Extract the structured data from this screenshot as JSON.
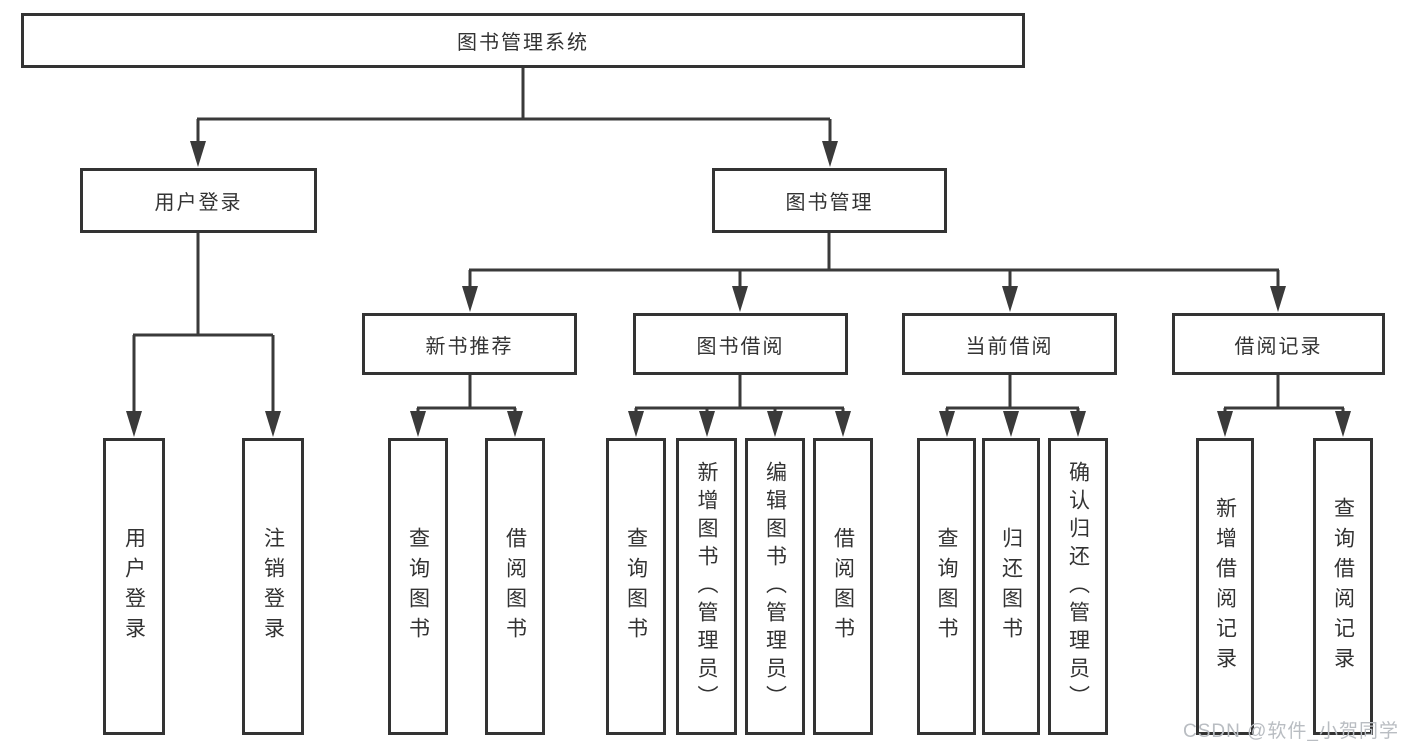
{
  "tree": {
    "root": {
      "label": "图书管理系统"
    },
    "branches": [
      {
        "label": "用户登录",
        "children": [
          {
            "label": "用户登录"
          },
          {
            "label": "注销登录"
          }
        ]
      },
      {
        "label": "图书管理",
        "children": [
          {
            "label": "新书推荐",
            "children": [
              {
                "label": "查询图书"
              },
              {
                "label": "借阅图书"
              }
            ]
          },
          {
            "label": "图书借阅",
            "children": [
              {
                "label": "查询图书"
              },
              {
                "label": "新增图书（管理员）"
              },
              {
                "label": "编辑图书（管理员）"
              },
              {
                "label": "借阅图书"
              }
            ]
          },
          {
            "label": "当前借阅",
            "children": [
              {
                "label": "查询图书"
              },
              {
                "label": "归还图书"
              },
              {
                "label": "确认归还（管理员）"
              }
            ]
          },
          {
            "label": "借阅记录",
            "children": [
              {
                "label": "新增借阅记录"
              },
              {
                "label": "查询借阅记录"
              }
            ]
          }
        ]
      }
    ]
  },
  "watermark": {
    "text": "CSDN @软件_小贺同学"
  },
  "colors": {
    "line": "#3a3a3a",
    "box_border": "#333333",
    "text": "#333333",
    "watermark": "#b9bdc2",
    "background": "#ffffff"
  }
}
